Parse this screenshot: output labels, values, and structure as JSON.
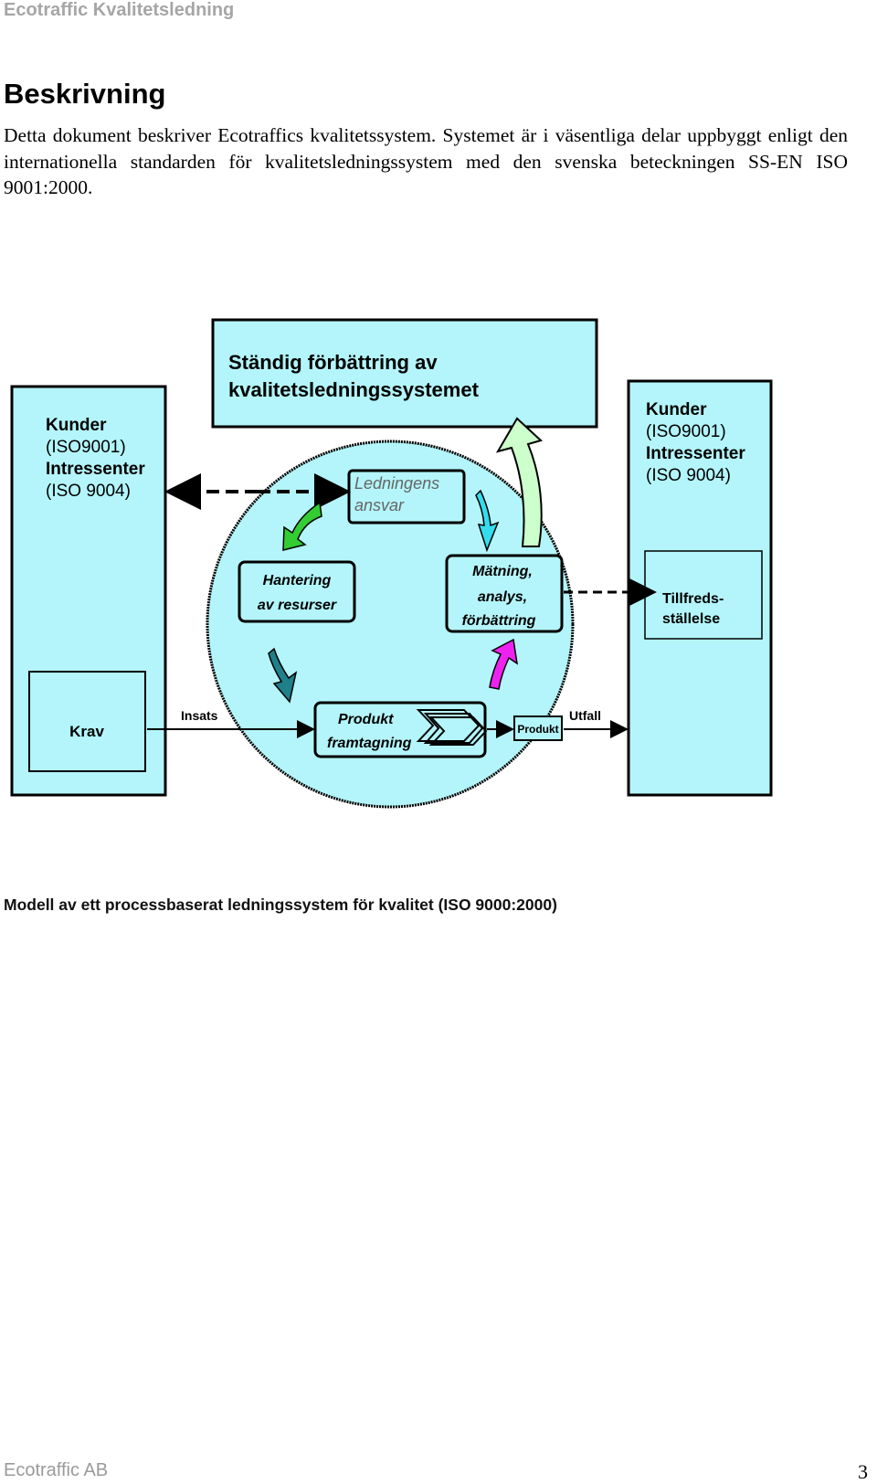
{
  "header": {
    "title": "Ecotraffic Kvalitetsledning"
  },
  "section": {
    "title": "Beskrivning",
    "paragraph": "Detta dokument beskriver Ecotraffics kvalitetssystem. Systemet är i väsentliga delar uppbyggt enligt den internationella standarden för kvalitetsledningssystem med den svenska beteckningen SS-EN ISO 9001:2000."
  },
  "diagram": {
    "top_box": {
      "line1": "Ständig förbättring av",
      "line2": "kvalitetsledningssystemet"
    },
    "left_box": {
      "line1": "Kunder",
      "line2": "(ISO9001)",
      "line3": "Intressenter",
      "line4": "(ISO 9004)",
      "inner": "Krav"
    },
    "right_box": {
      "line1": "Kunder",
      "line2": "(ISO9001)",
      "line3": "Intressenter",
      "line4": "(ISO 9004)",
      "inner_line1": "Tillfreds-",
      "inner_line2": "ställelse"
    },
    "ledningens": {
      "line1": "Ledningens",
      "line2": "ansvar"
    },
    "hantering": {
      "line1": "Hantering",
      "line2": "av resurser"
    },
    "matning": {
      "line1": "Mätning,",
      "line2": "analys,",
      "line3": "förbättring"
    },
    "produkt_framtagning": {
      "line1": "Produkt",
      "line2": "framtagning"
    },
    "produkt_label": "Produkt",
    "insats_label": "Insats",
    "utfall_label": "Utfall",
    "colors": {
      "box_fill": "#b3f5fa",
      "arrow_green": "#33cc33",
      "arrow_cyan": "#33ddee",
      "arrow_teal": "#1f7f8a",
      "arrow_magenta": "#ee22ee",
      "arrow_pale_green": "#ccffcc"
    }
  },
  "caption": "Modell av ett processbaserat ledningssystem för kvalitet (ISO 9000:2000)",
  "footer": {
    "company": "Ecotraffic AB",
    "page_number": "3"
  }
}
